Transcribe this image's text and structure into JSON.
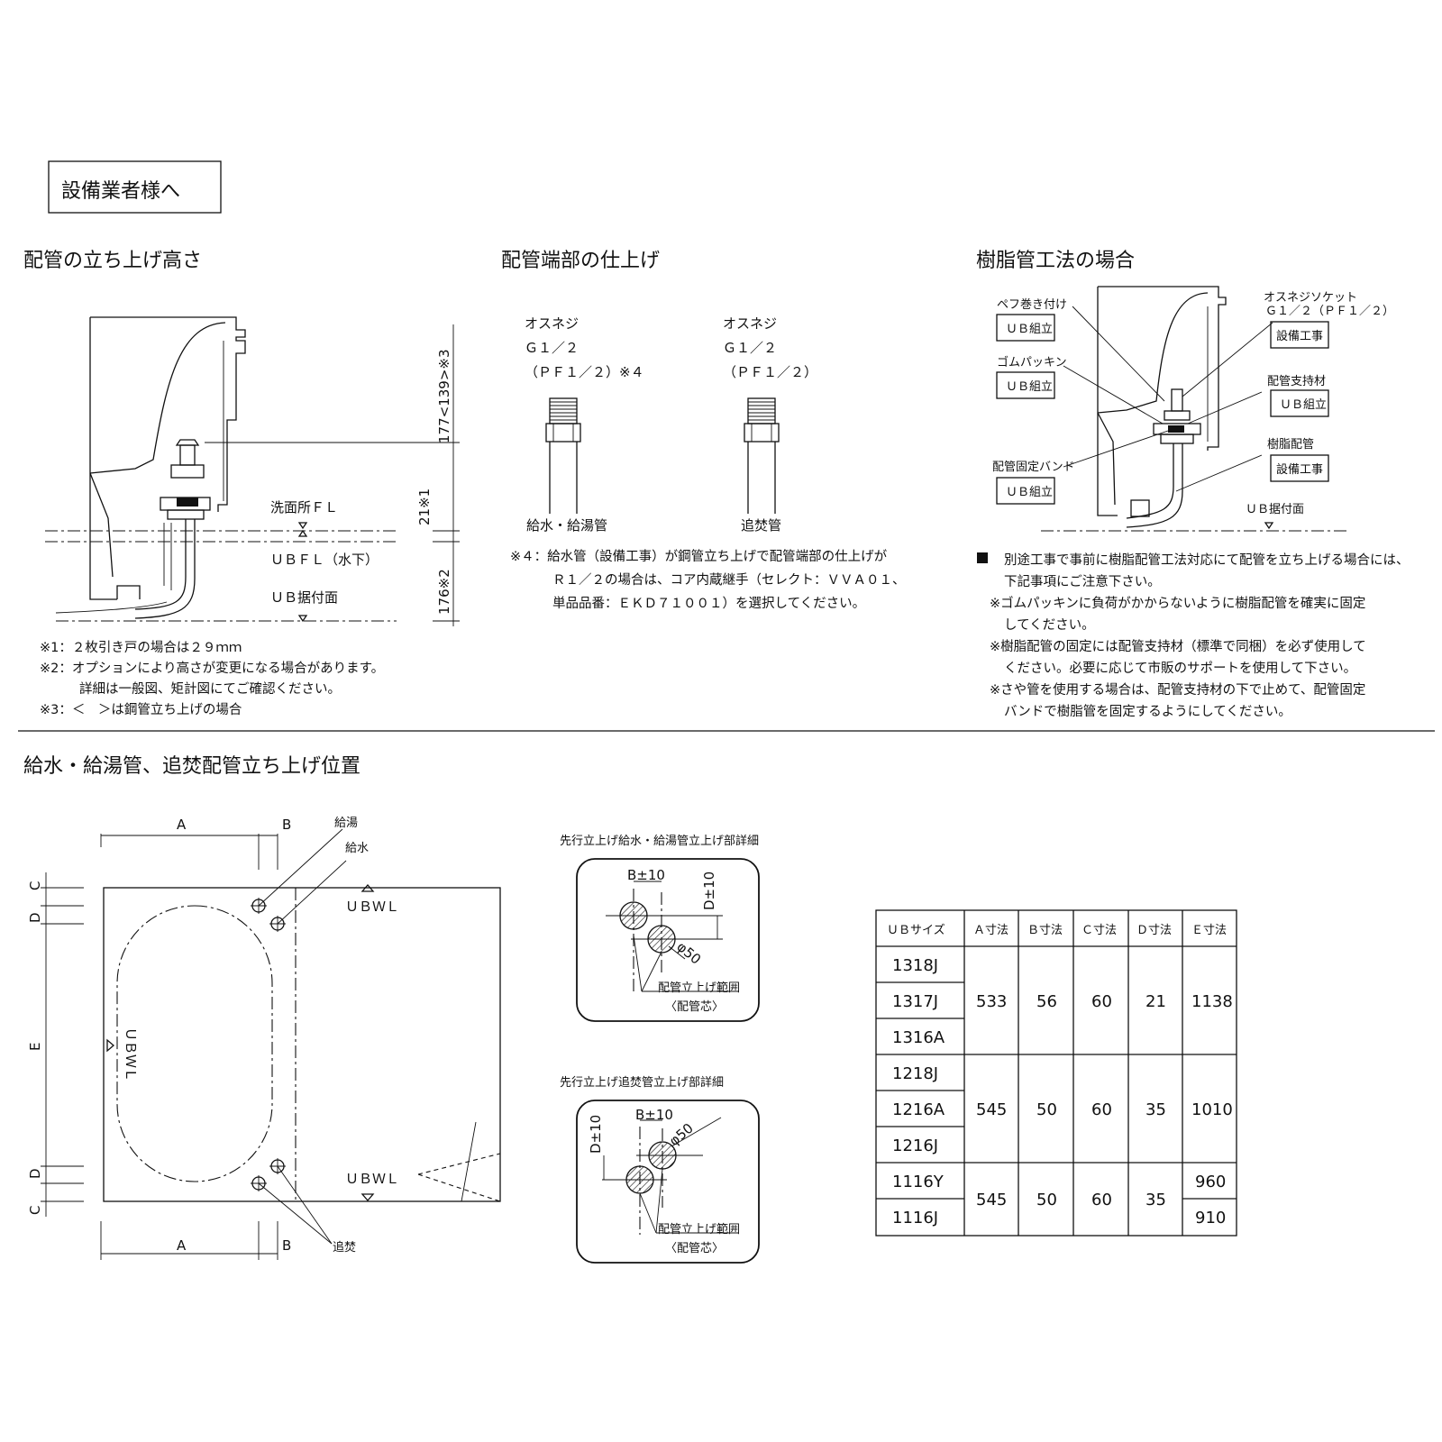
{
  "title_box": "設備業者様へ",
  "sections": {
    "riser_height": {
      "heading": "配管の立ち上げ高さ",
      "labels": {
        "washroom_fl": "洗面所ＦＬ",
        "ubfl": "ＵＢＦＬ（水下）",
        "ub_install": "ＵＢ据付面",
        "dim_top": "177<139>※3",
        "dim_mid": "21※1",
        "dim_bot": "176※2"
      },
      "notes": [
        "※1：２枚引き戸の場合は２９ｍｍ",
        "※2：オプションにより高さが変更になる場合があります。",
        "詳細は一般図、矩計図にてご確認ください。",
        "※3：＜　＞は鋼管立ち上げの場合"
      ]
    },
    "pipe_end": {
      "heading": "配管端部の仕上げ",
      "left": {
        "line1": "オスネジ",
        "line2": "Ｇ１／２",
        "line3": "（ＰＦ１／２）※４",
        "caption": "給水・給湯管"
      },
      "right": {
        "line1": "オスネジ",
        "line2": "Ｇ１／２",
        "line3": "（ＰＦ１／２）",
        "caption": "追焚管"
      },
      "notes": [
        "※４：給水管（設備工事）が鋼管立ち上げで配管端部の仕上げが",
        "Ｒ１／２の場合は、コア内蔵継手（セレクト：ＶＶＡ０１、",
        "単品品番：ＥＫＤ７１００１）を選択してください。"
      ]
    },
    "resin_pipe": {
      "heading": "樹脂管工法の場合",
      "callouts": [
        {
          "label": "ペフ巻き付け",
          "box": "ＵＢ組立"
        },
        {
          "label": "ゴムパッキン",
          "box": "ＵＢ組立"
        },
        {
          "label": "配管固定バンド",
          "box": "ＵＢ組立"
        },
        {
          "label": "オスネジソケット",
          "label2": "Ｇ１／２（ＰＦ１／２）",
          "box": "設備工事"
        },
        {
          "label": "配管支持材",
          "box": "ＵＢ組立"
        },
        {
          "label": "樹脂配管",
          "box": "設備工事"
        }
      ],
      "ub_install": "ＵＢ据付面",
      "notes": [
        "別途工事で事前に樹脂配管工法対応にて配管を立ち上げる場合には、",
        "下記事項にご注意下さい。",
        "※ゴムパッキンに負荷がかからないように樹脂配管を確実に固定",
        "してください。",
        "※樹脂配管の固定には配管支持材（標準で同梱）を必ず使用して",
        "ください。必要に応じて市販のサポートを使用して下さい。",
        "※さや管を使用する場合は、配管支持材の下で止めて、配管固定",
        "バンドで樹脂管を固定するようにしてください。"
      ]
    },
    "position": {
      "heading": "給水・給湯管、追焚配管立ち上げ位置",
      "plan": {
        "A": "A",
        "B": "B",
        "C": "C",
        "D": "D",
        "E": "E",
        "hot": "給湯",
        "cold": "給水",
        "reheat": "追焚",
        "ubwl": "ＵＢＷＬ"
      },
      "detail1": {
        "title": "先行立上げ給水・給湯管立上げ部詳細",
        "b": "B±10",
        "d": "D±10",
        "phi": "φ50",
        "range": "配管立上げ範囲",
        "center": "〈配管芯〉"
      },
      "detail2": {
        "title": "先行立上げ追焚管立上げ部詳細",
        "b": "B±10",
        "d": "D±10",
        "phi": "φ50",
        "range": "配管立上げ範囲",
        "center": "〈配管芯〉"
      }
    }
  },
  "table": {
    "headers": [
      "ＵＢサイズ",
      "Ａ寸法",
      "Ｂ寸法",
      "Ｃ寸法",
      "Ｄ寸法",
      "Ｅ寸法"
    ],
    "groups": [
      {
        "sizes": [
          "1318J",
          "1317J",
          "1316A"
        ],
        "A": "533",
        "B": "56",
        "C": "60",
        "D": "21",
        "E": [
          "1138"
        ]
      },
      {
        "sizes": [
          "1218J",
          "1216A",
          "1216J"
        ],
        "A": "545",
        "B": "50",
        "C": "60",
        "D": "35",
        "E": [
          "1010"
        ]
      },
      {
        "sizes": [
          "1116Y",
          "1116J"
        ],
        "A": "545",
        "B": "50",
        "C": "60",
        "D": "35",
        "E": [
          "960",
          "910"
        ]
      }
    ]
  }
}
